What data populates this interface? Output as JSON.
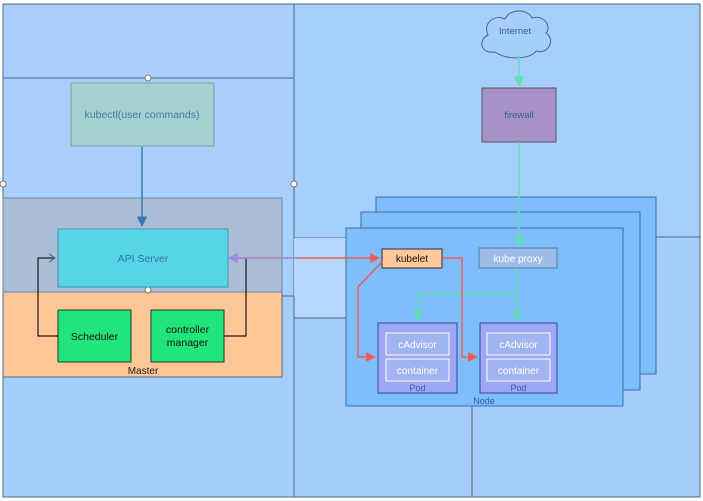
{
  "labels": {
    "internet": "Internet",
    "firewall": "firewall",
    "kubectl": "kubectl(user commands)",
    "api_server": "API Server",
    "scheduler": "Scheduler",
    "controller_line1": "controller",
    "controller_line2": "manager",
    "master": "Master",
    "kubelet": "kubelet",
    "kube_proxy": "kube proxy",
    "pod1": {
      "cadvisor": "cAdvisor",
      "container": "container",
      "caption": "Pod"
    },
    "pod2": {
      "cadvisor": "cAdvisor",
      "container": "container",
      "caption": "Pod"
    },
    "node": "Node"
  },
  "colors": {
    "canvas_blue": "#a6cefd",
    "master_orange": "#ffc697",
    "master_gray": "#abbdd4",
    "kubectl_teal": "#a2d1d0",
    "api_cyan": "#57d5e6",
    "green_box": "#21e47a",
    "firewall_purple": "#a692c6",
    "kubelet_orange": "#ffc89a",
    "kube_proxy": "#9dbce8",
    "node_blue": "#7fbefd",
    "pod_purple": "#9da6f7",
    "pod_inner": "#a0b4f1",
    "arrow_blue": "#4f86be",
    "arrow_red": "#f05a55",
    "arrow_green": "#5de2b0",
    "arrow_purple": "#9a8ce0"
  }
}
